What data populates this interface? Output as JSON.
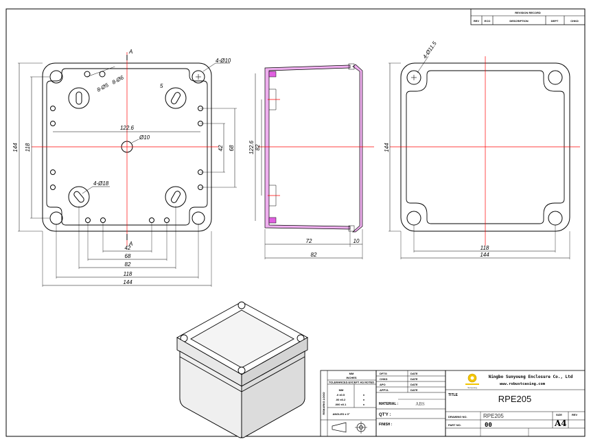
{
  "revision_block": {
    "heading": "REVISION RECORD",
    "columns": [
      "REV",
      "ECO",
      "DESCRIPTION",
      "DEPT",
      "CHKD"
    ]
  },
  "front_view": {
    "section_mark_top": "A",
    "section_mark_bottom": "A",
    "corner_holes": "4-Ø10",
    "dim_8_5": "8-Ø5",
    "dim_8_6": "8-Ø6",
    "dim_5": "5",
    "dim_122_6": "122.6",
    "center_hole": "Ø10",
    "dim_4_18": "4-Ø18",
    "dim_42_v": "42",
    "dim_68_v": "68",
    "dim_118_v": "118",
    "dim_144_v": "144",
    "dim_42_h": "42",
    "dim_68_h": "68",
    "dim_82_h": "82",
    "dim_118_h": "118",
    "dim_144_h": "144"
  },
  "section_view": {
    "dim_122_6": "122.6",
    "dim_82": "82",
    "dim_72": "72",
    "dim_10": "10",
    "dim_82_overall": "82"
  },
  "back_view": {
    "corner_holes": "4-Ø11.5",
    "dim_144_v": "144",
    "dim_118_h": "118",
    "dim_144_h": "144"
  },
  "title_block": {
    "unit_label": "MM",
    "unit_sub": "INCHES",
    "tolerance_note": "TOLERANCES EXCEPT AS NOTED",
    "tol_rows": [
      ".0 ±0.5",
      ".00 ±0.2",
      ".000 ±0.1"
    ],
    "tol_plus": [
      "±",
      "±",
      "±"
    ],
    "angle_note": "ANGLES ± 0°",
    "side_label": "REMARKS LOGO",
    "sign_rows": [
      {
        "role": "DFTG",
        "date": "DATE"
      },
      {
        "role": "CHKD",
        "date": "DATE"
      },
      {
        "role": "APO",
        "date": "DATE"
      },
      {
        "role": "APPVL",
        "date": "DATE"
      }
    ],
    "material_label": "MATERIAL :",
    "material_value": "ABS",
    "qty_label": "QT'Y :",
    "finish_label": "FINISH :",
    "company_name": "Ningbo Sunyoung Enclosure Co., Ltd",
    "company_url": "www.robustcasing.com",
    "logo_caption": "Sunyoung",
    "title_label": "TITLE",
    "title_value": "RPE205",
    "drawing_no_label": "DRAWING NO.",
    "drawing_no_value": "RPE205",
    "part_no_label": "PART NO.",
    "part_no_value": "00",
    "size_label": "SIZE",
    "size_value": "A4",
    "rev_label": "REV"
  },
  "colors": {
    "centerline": "#ff0000",
    "section_fill": "#e060e0",
    "ink": "#000000"
  }
}
